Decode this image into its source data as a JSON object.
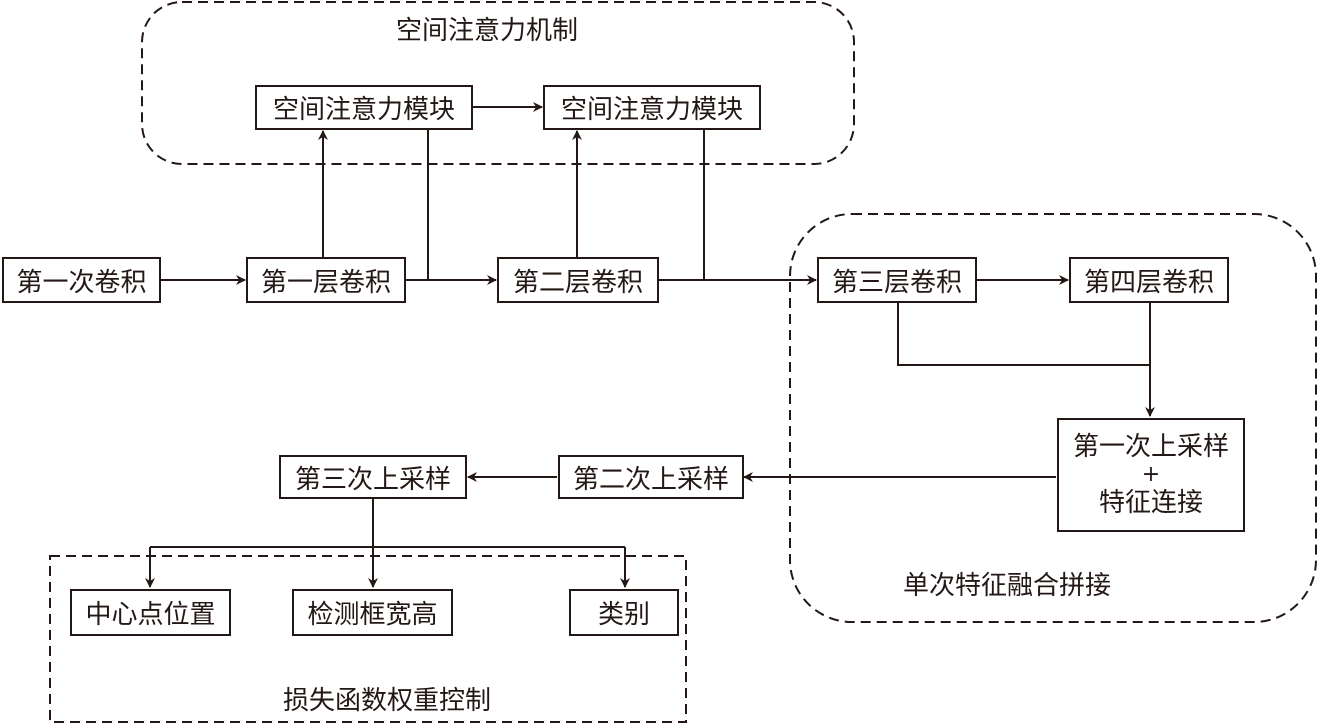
{
  "groups": {
    "spatial_attention": "空间注意力机制",
    "feature_fusion": "单次特征融合拼接",
    "loss_weight": "损失函数权重控制"
  },
  "nodes": {
    "conv_first": "第一次卷积",
    "layer1": "第一层卷积",
    "layer2": "第二层卷积",
    "layer3": "第三层卷积",
    "layer4": "第四层卷积",
    "attn1": "空间注意力模块",
    "attn2": "空间注意力模块",
    "upsample1_line1": "第一次上采样",
    "upsample1_plus": "+",
    "upsample1_line2": "特征连接",
    "upsample2": "第二次上采样",
    "upsample3": "第三次上采样",
    "center": "中心点位置",
    "bbox": "检测框宽高",
    "category": "类别"
  }
}
